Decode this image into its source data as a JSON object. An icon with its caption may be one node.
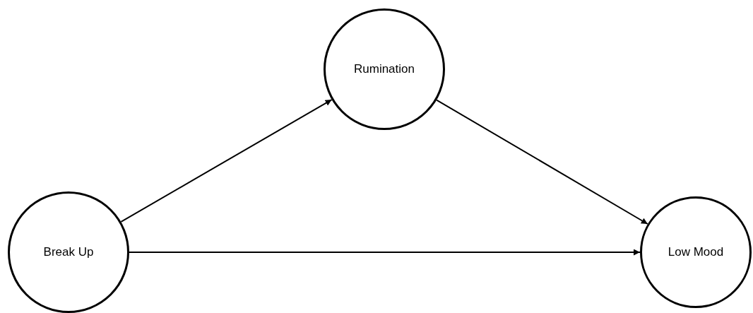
{
  "diagram": {
    "nodes": [
      {
        "text": [
          "Rumination"
        ]
      },
      {
        "text": [
          "Break Up"
        ]
      },
      {
        "text": [
          "Low Mood"
        ]
      }
    ],
    "edges": [
      {
        "from": 1,
        "to": 0,
        "arrow": "to"
      },
      {
        "from": 0,
        "to": 2,
        "arrow": "to"
      },
      {
        "from": 1,
        "to": 2,
        "arrow": "to"
      }
    ]
  }
}
